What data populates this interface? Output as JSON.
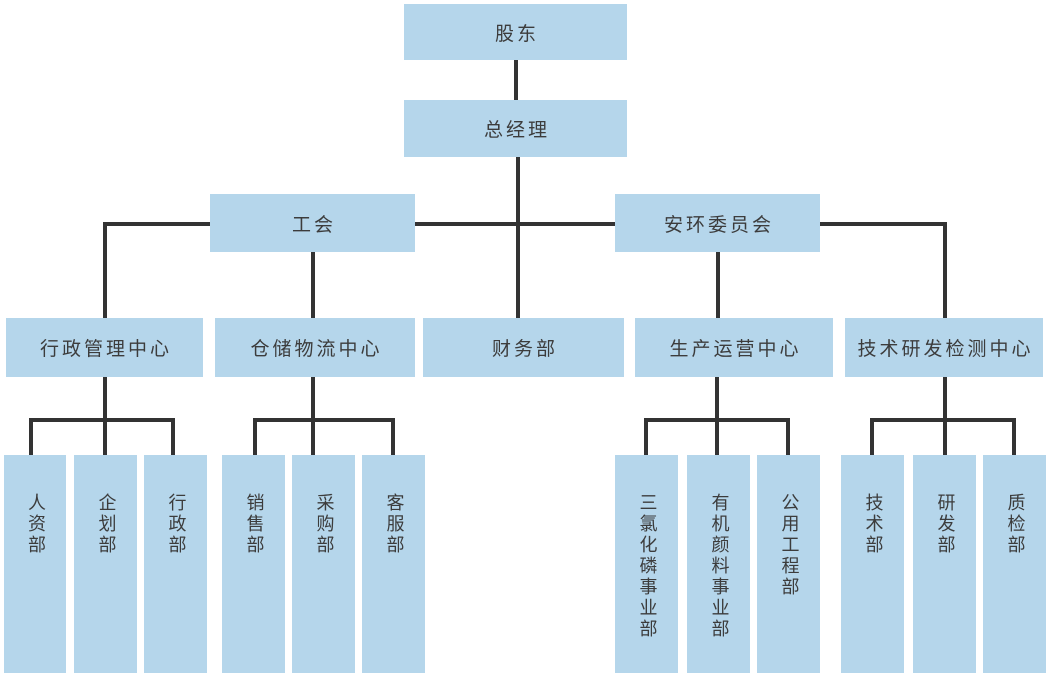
{
  "colors": {
    "node_fill": "#b5d6eb",
    "connector": "#333333",
    "text": "#3c3c3c",
    "background": "#ffffff"
  },
  "nodes": [
    {
      "id": "shareholders",
      "label": "股东",
      "level": 1
    },
    {
      "id": "general-manager",
      "label": "总经理",
      "level": 2
    },
    {
      "id": "labor-union",
      "label": "工会",
      "level": 3
    },
    {
      "id": "safety-environment-committee",
      "label": "安环委员会",
      "level": 3
    },
    {
      "id": "admin-management-center",
      "label": "行政管理中心",
      "level": 4
    },
    {
      "id": "warehousing-logistics-center",
      "label": "仓储物流中心",
      "level": 4
    },
    {
      "id": "finance-dept",
      "label": "财务部",
      "level": 4
    },
    {
      "id": "production-operations-center",
      "label": "生产运营中心",
      "level": 4
    },
    {
      "id": "tech-rd-testing-center",
      "label": "技术研发检测中心",
      "level": 4
    },
    {
      "id": "hr-dept",
      "label": "人资部",
      "level": 5
    },
    {
      "id": "planning-dept",
      "label": "企划部",
      "level": 5
    },
    {
      "id": "admin-dept",
      "label": "行政部",
      "level": 5
    },
    {
      "id": "sales-dept",
      "label": "销售部",
      "level": 5
    },
    {
      "id": "purchasing-dept",
      "label": "采购部",
      "level": 5
    },
    {
      "id": "customer-service-dept",
      "label": "客服部",
      "level": 5
    },
    {
      "id": "phosphorus-trichloride-bu",
      "label": "三氯化磷事业部",
      "level": 5
    },
    {
      "id": "organic-pigment-bu",
      "label": "有机颜料事业部",
      "level": 5
    },
    {
      "id": "utility-engineering-dept",
      "label": "公用工程部",
      "level": 5
    },
    {
      "id": "technical-dept",
      "label": "技术部",
      "level": 5
    },
    {
      "id": "rd-dept",
      "label": "研发部",
      "level": 5
    },
    {
      "id": "quality-inspection-dept",
      "label": "质检部",
      "level": 5
    }
  ],
  "edges": [
    {
      "from": "shareholders",
      "to": "general-manager"
    },
    {
      "from": "general-manager",
      "to": "labor-union"
    },
    {
      "from": "general-manager",
      "to": "safety-environment-committee"
    },
    {
      "from": "general-manager",
      "to": "finance-dept"
    },
    {
      "from": "labor-union",
      "to": "admin-management-center"
    },
    {
      "from": "labor-union",
      "to": "warehousing-logistics-center"
    },
    {
      "from": "safety-environment-committee",
      "to": "production-operations-center"
    },
    {
      "from": "safety-environment-committee",
      "to": "tech-rd-testing-center"
    },
    {
      "from": "admin-management-center",
      "to": "hr-dept"
    },
    {
      "from": "admin-management-center",
      "to": "planning-dept"
    },
    {
      "from": "admin-management-center",
      "to": "admin-dept"
    },
    {
      "from": "warehousing-logistics-center",
      "to": "sales-dept"
    },
    {
      "from": "warehousing-logistics-center",
      "to": "purchasing-dept"
    },
    {
      "from": "warehousing-logistics-center",
      "to": "customer-service-dept"
    },
    {
      "from": "production-operations-center",
      "to": "phosphorus-trichloride-bu"
    },
    {
      "from": "production-operations-center",
      "to": "organic-pigment-bu"
    },
    {
      "from": "production-operations-center",
      "to": "utility-engineering-dept"
    },
    {
      "from": "tech-rd-testing-center",
      "to": "technical-dept"
    },
    {
      "from": "tech-rd-testing-center",
      "to": "rd-dept"
    },
    {
      "from": "tech-rd-testing-center",
      "to": "quality-inspection-dept"
    }
  ]
}
